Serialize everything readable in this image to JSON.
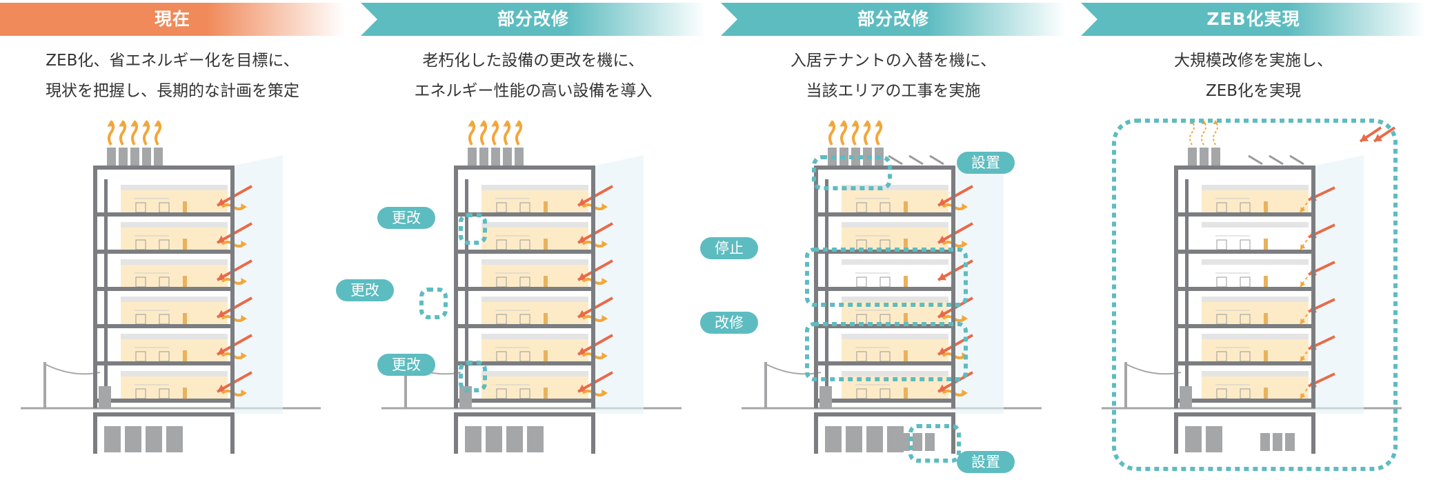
{
  "colors": {
    "orange": "#f08a5a",
    "teal": "#5dbcc0",
    "floor": "#fdebc8",
    "gray": "#a4a6a8",
    "arrow": "#e86a4a",
    "heat": "#f2a63a"
  },
  "panels": [
    {
      "title": "現在",
      "line1": "ZEB化、省エネルギー化を目標に、",
      "line2": "現状を把握し、長期的な計画を策定"
    },
    {
      "title": "部分改修",
      "line1": "老朽化した設備の更改を機に、",
      "line2": "エネルギー性能の高い設備を導入",
      "callouts": [
        "更改",
        "更改",
        "更改"
      ]
    },
    {
      "title": "部分改修",
      "line1": "入居テナントの入替を機に、",
      "line2": "当該エリアの工事を実施",
      "callouts": [
        "設置",
        "停止",
        "改修",
        "設置"
      ]
    },
    {
      "title": "ZEB化実現",
      "line1": "大規模改修を実施し、",
      "line2": "ZEB化を実現"
    }
  ]
}
